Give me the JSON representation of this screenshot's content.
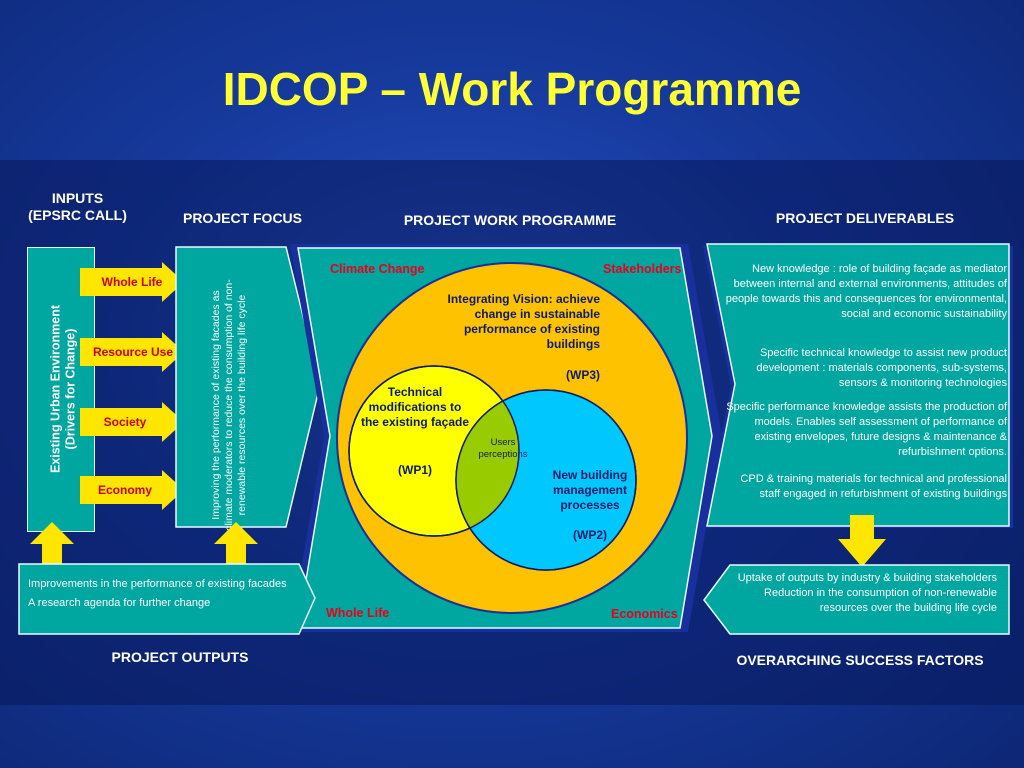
{
  "title": "IDCOP – Work Programme",
  "headers": {
    "inputs": "INPUTS\n(EPSRC CALL)",
    "focus": "PROJECT FOCUS",
    "work": "PROJECT WORK PROGRAMME",
    "deliverables": "PROJECT DELIVERABLES",
    "outputs": "PROJECT OUTPUTS",
    "success": "OVERARCHING SUCCESS FACTORS"
  },
  "inputs_box": {
    "line1": "Existing Urban Environment",
    "line2": "(Drivers for Change)"
  },
  "drivers": [
    "Whole Life",
    "Resource Use",
    "Society",
    "Economy"
  ],
  "focus_text": "Improving the performance of existing facades as climate moderators to reduce the consumption of non-renewable resources over the building life cycle",
  "corners": {
    "tl": "Climate Change",
    "tr": "Stakeholders",
    "bl": "Whole Life",
    "br": "Economics"
  },
  "circles": {
    "outer": "Integrating Vision: achieve change in sustainable performance of existing buildings",
    "outer_wp": "(WP3)",
    "left": "Technical modifications to the existing façade",
    "left_wp": "(WP1)",
    "right": "New building management processes",
    "right_wp": "(WP2)",
    "overlap": "Users perceptions"
  },
  "deliverables": [
    "New knowledge : role of building façade as mediator between internal and external environments, attitudes of people towards this and consequences for environmental, social and economic sustainability",
    "Specific technical knowledge to assist new product development : materials components, sub-systems, sensors & monitoring technologies",
    "Specific performance knowledge assists the production of models. Enables self assessment of performance of existing envelopes, future designs & maintenance & refurbishment options.",
    "CPD & training materials for technical and professional staff engaged in refurbishment of existing buildings"
  ],
  "outputs": [
    "Improvements in the performance of existing facades",
    "A research agenda for further change"
  ],
  "success": [
    "Uptake of outputs by industry & building stakeholders",
    "Reduction in the consumption of non-renewable resources over the building life cycle"
  ],
  "colors": {
    "title": "#ffff33",
    "teal": "#00a6a0",
    "outer_circle": "#ffc200",
    "left_circle": "#ffff00",
    "right_circle": "#00c8ff",
    "overlap": "#99cc00",
    "arrow": "#ffe600"
  }
}
